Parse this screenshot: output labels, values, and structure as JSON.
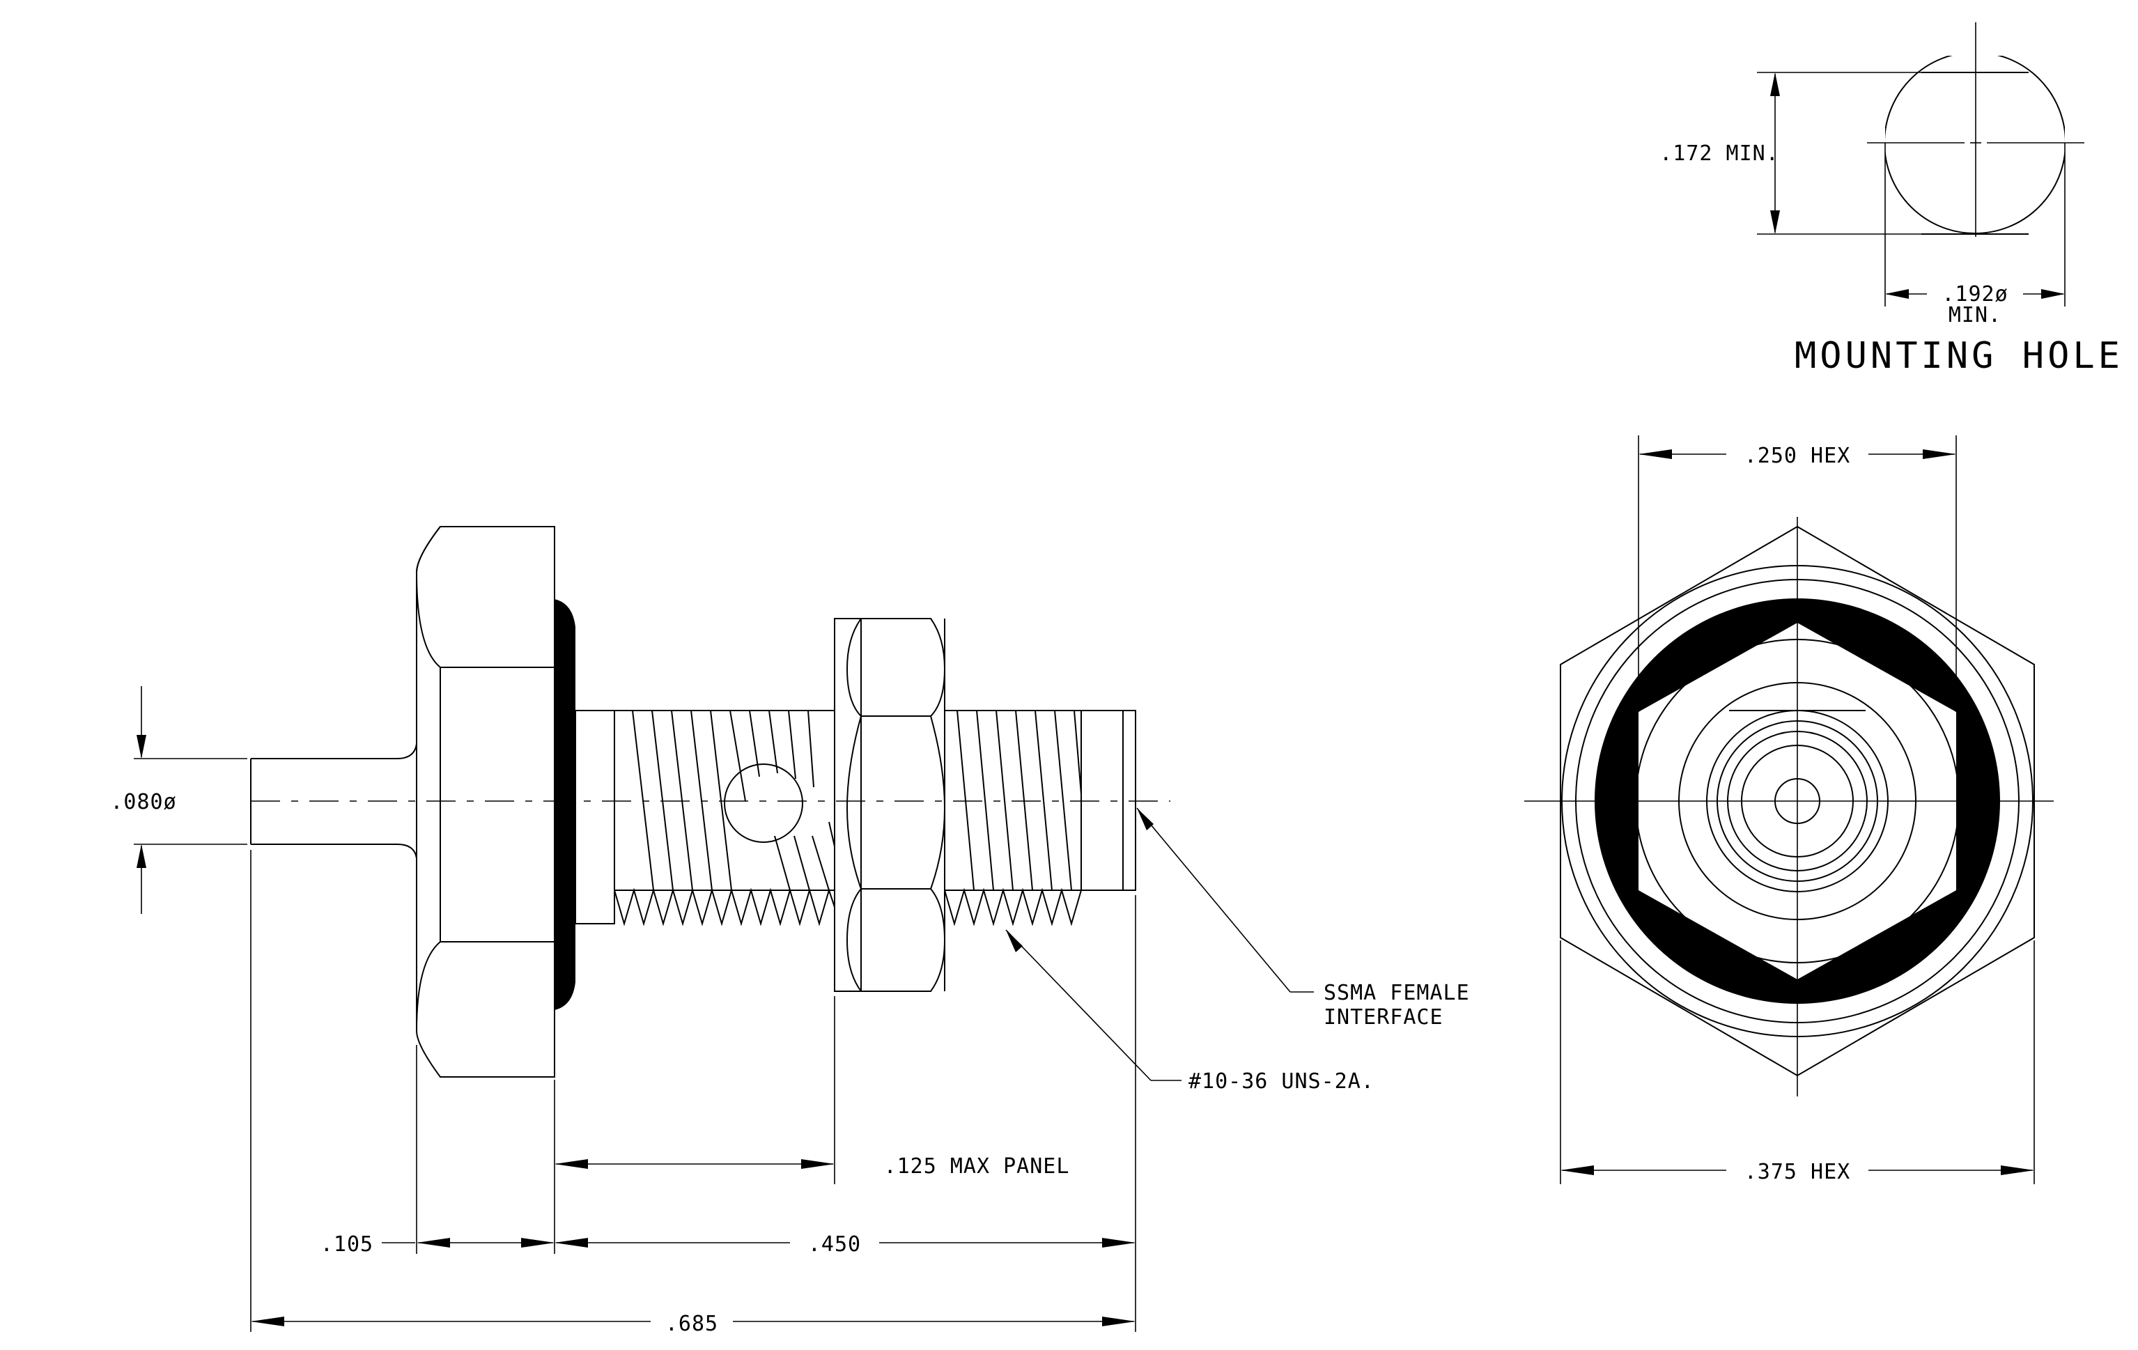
{
  "mounting_hole": {
    "title": "MOUNTING HOLE",
    "height_dim": ".172 MIN.",
    "width_dim": ".192ø",
    "width_dim_note": "MIN."
  },
  "side_view": {
    "pin_diameter": ".080ø",
    "flange_thickness": ".105",
    "body_length": ".450",
    "overall_length": ".685",
    "panel_thickness": ".125 MAX PANEL",
    "interface_callout_line1": "SSMA FEMALE",
    "interface_callout_line2": "INTERFACE",
    "thread_callout": "#10-36 UNS-2A."
  },
  "end_view": {
    "small_hex": ".250 HEX",
    "large_hex": ".375 HEX"
  }
}
